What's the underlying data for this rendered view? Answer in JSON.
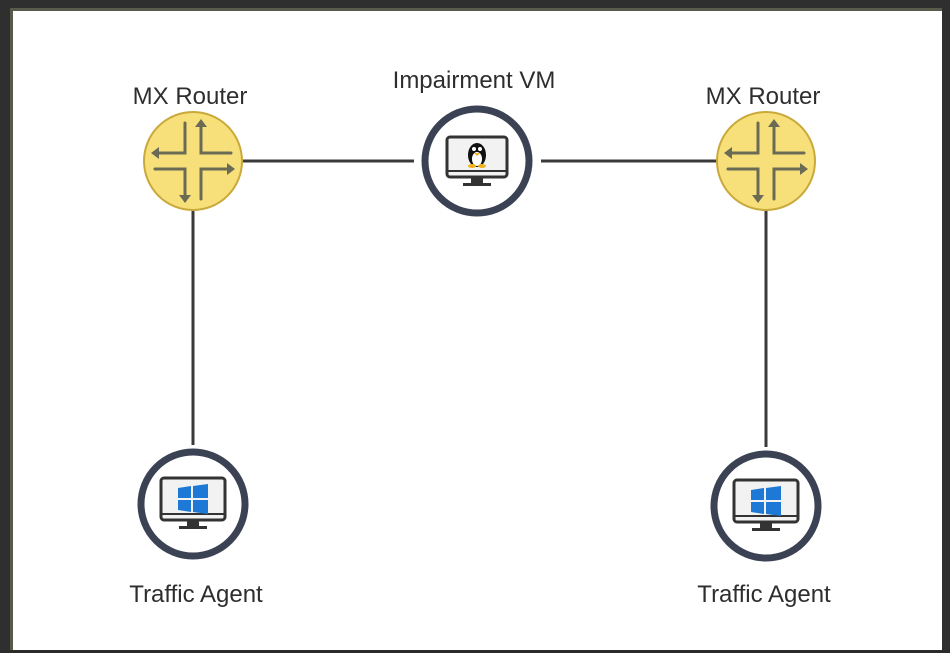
{
  "nodes": {
    "router_left": {
      "label": "MX Router",
      "type": "router",
      "icon": "router-icon"
    },
    "impairment_vm": {
      "label": "Impairment VM",
      "type": "linux-vm",
      "icon": "linux-monitor-icon"
    },
    "router_right": {
      "label": "MX Router",
      "type": "router",
      "icon": "router-icon"
    },
    "agent_left": {
      "label": "Traffic Agent",
      "type": "windows-vm",
      "icon": "windows-monitor-icon"
    },
    "agent_right": {
      "label": "Traffic Agent",
      "type": "windows-vm",
      "icon": "windows-monitor-icon"
    }
  },
  "links": [
    [
      "router_left",
      "impairment_vm"
    ],
    [
      "impairment_vm",
      "router_right"
    ],
    [
      "router_left",
      "agent_left"
    ],
    [
      "router_right",
      "agent_right"
    ]
  ],
  "colors": {
    "router_fill": "#f7df7a",
    "router_stroke": "#c9a93a",
    "vm_ring": "#3b4254",
    "link": "#3a3a3a",
    "windows_blue": "#1e78d6"
  }
}
